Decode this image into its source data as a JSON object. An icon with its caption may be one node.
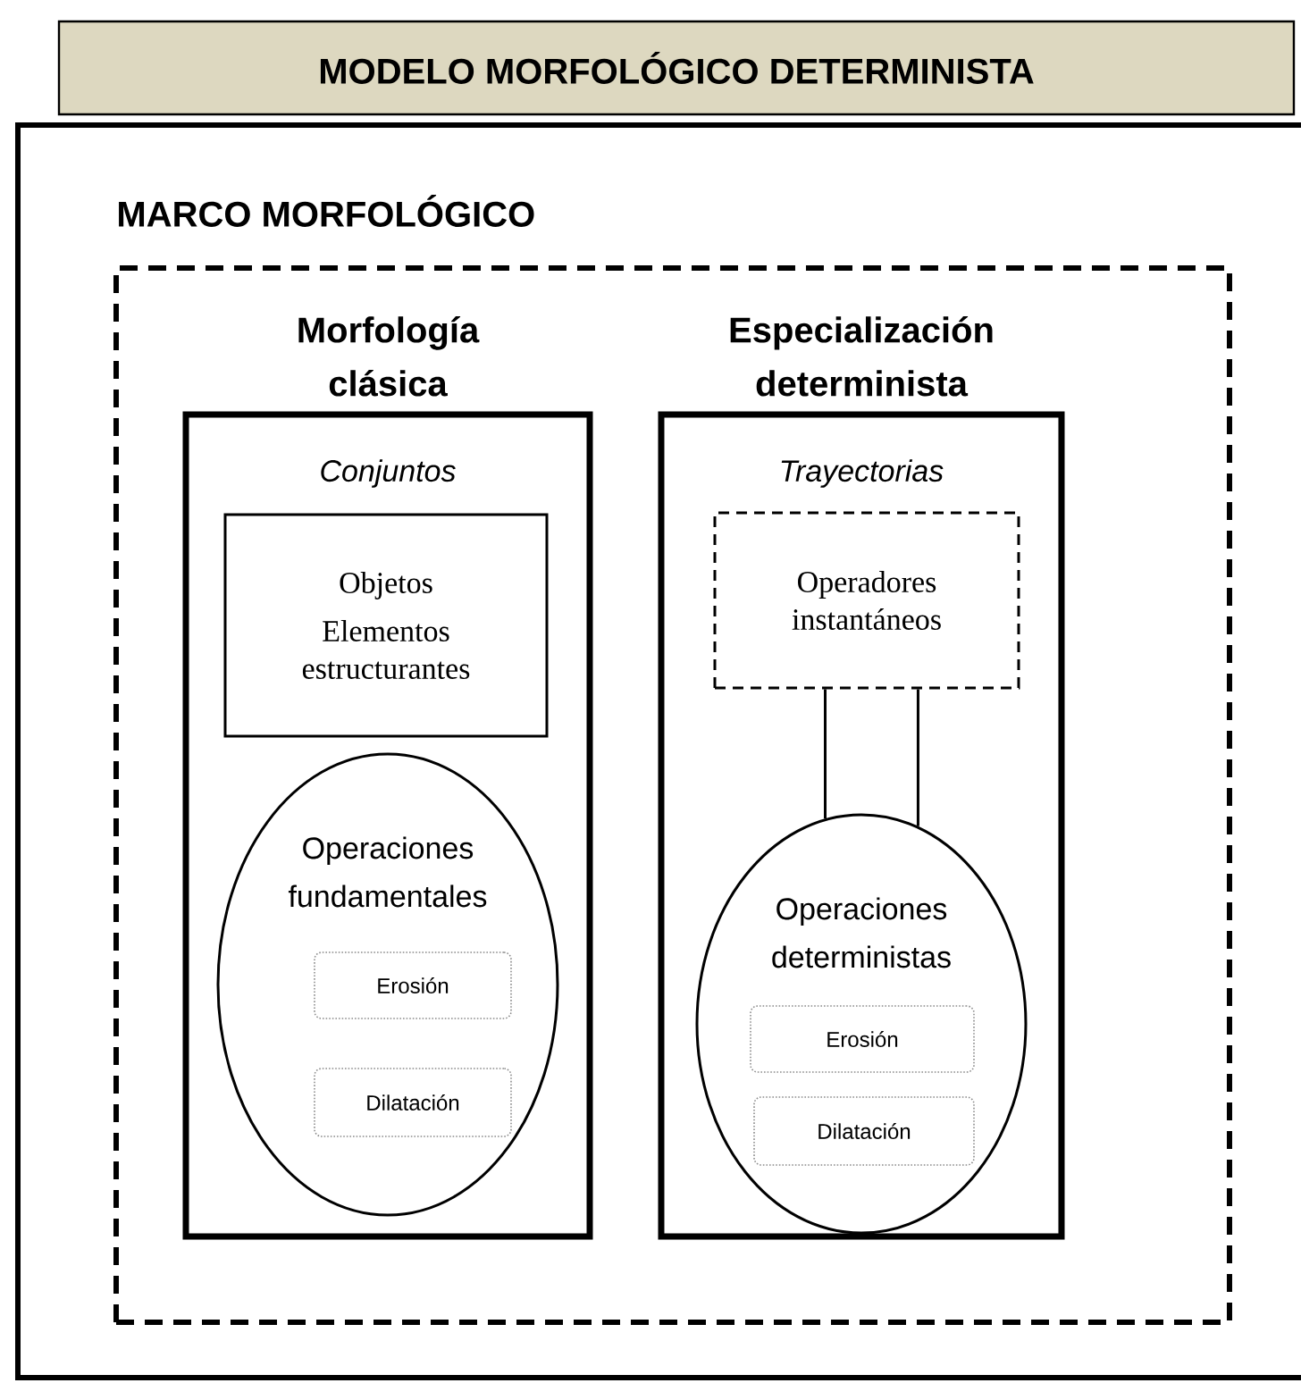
{
  "diagram": {
    "nodes": [
      {
        "text": [
          "MODELO MORFOLÓGICO DETERMINISTA"
        ]
      },
      {
        "text": [],
        "shape": "box"
      },
      {
        "text": [
          "MARCO MORFOLÓGICO"
        ],
        "in": 1
      },
      {
        "text": [
          "Morfología clásica",
          "Conjuntos"
        ],
        "in": 2
      },
      {
        "text": [
          "Objetos",
          "Elementos estructurantes"
        ],
        "in": 3
      },
      {
        "text": [
          "Operaciones fundamentales"
        ],
        "in": 3
      },
      {
        "text": [
          "Erosión"
        ],
        "in": 5
      },
      {
        "text": [
          "Dilatación"
        ],
        "in": 5
      },
      {
        "text": [
          "Especialización determinista",
          "Trayectorias"
        ],
        "in": 2
      },
      {
        "text": [
          "Operadores instantáneos"
        ],
        "in": 8
      },
      {
        "text": [
          "Operaciones deterministas"
        ],
        "in": 8
      },
      {
        "text": [
          "Erosión"
        ],
        "in": 10
      },
      {
        "text": [
          "Dilatación"
        ],
        "in": 10
      }
    ],
    "edges": [
      {
        "from": 9,
        "to": 10,
        "arrow": "none"
      },
      {
        "from": 9,
        "to": 10,
        "arrow": "none"
      }
    ]
  }
}
